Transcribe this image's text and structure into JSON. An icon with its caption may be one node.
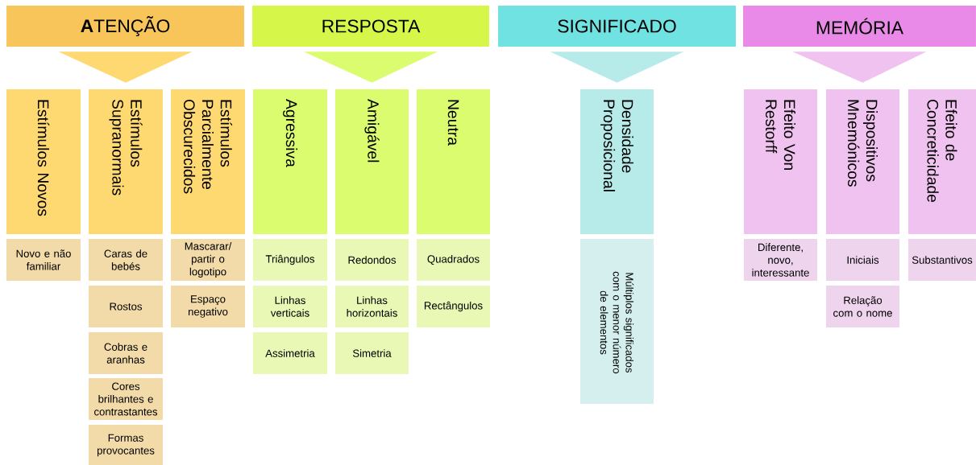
{
  "diagram": {
    "nodes": [
      {
        "text": [
          "**A**TENÇÃO"
        ]
      },
      {
        "text": [
          "RESPOSTA"
        ]
      },
      {
        "text": [
          "SIGNIFICADO"
        ]
      },
      {
        "text": [
          "MEMÓRIA"
        ]
      },
      {
        "text": [
          "Estímulos Novos"
        ]
      },
      {
        "text": [
          "Estímulos Supranormais"
        ]
      },
      {
        "text": [
          "Estímulos Parcialmente Obscurecidos"
        ]
      },
      {
        "text": [
          "Agressiva"
        ]
      },
      {
        "text": [
          "Amigável"
        ]
      },
      {
        "text": [
          "Neutra"
        ]
      },
      {
        "text": [
          "Densidade Proposicional"
        ]
      },
      {
        "text": [
          "Efeito Von Restorff"
        ]
      },
      {
        "text": [
          "Dispositivos Mnemónicos"
        ]
      },
      {
        "text": [
          "Efeito de Concreticidade"
        ]
      },
      {
        "text": [
          "Novo e não familiar"
        ]
      },
      {
        "text": [
          "Caras de bebés"
        ]
      },
      {
        "text": [
          "Rostos"
        ]
      },
      {
        "text": [
          "Cobras e aranhas"
        ]
      },
      {
        "text": [
          "Cores brilhantes e contrastantes"
        ]
      },
      {
        "text": [
          "Formas provocantes"
        ]
      },
      {
        "text": [
          "Mascarar/ partir o logotipo"
        ]
      },
      {
        "text": [
          "Espaço negativo"
        ]
      },
      {
        "text": [
          "Triângulos"
        ]
      },
      {
        "text": [
          "Linhas verticais"
        ]
      },
      {
        "text": [
          "Assimetria"
        ]
      },
      {
        "text": [
          "Redondos"
        ]
      },
      {
        "text": [
          "Linhas horizontais"
        ]
      },
      {
        "text": [
          "Simetria"
        ]
      },
      {
        "text": [
          "Quadrados"
        ]
      },
      {
        "text": [
          "Rectângulos"
        ]
      },
      {
        "text": [
          "Múltiplos significados com o menor número de elementos"
        ]
      },
      {
        "text": [
          "Diferente, novo, interessante"
        ]
      },
      {
        "text": [
          "Iniciais"
        ]
      },
      {
        "text": [
          "Relação com o nome"
        ]
      },
      {
        "text": [
          "Substantivos"
        ]
      }
    ],
    "edges": [
      {
        "from": 0,
        "to": 5,
        "arrow": "to"
      },
      {
        "from": 1,
        "to": 8,
        "arrow": "to"
      },
      {
        "from": 2,
        "to": 10,
        "arrow": "to"
      },
      {
        "from": 3,
        "to": 12,
        "arrow": "to"
      }
    ]
  }
}
